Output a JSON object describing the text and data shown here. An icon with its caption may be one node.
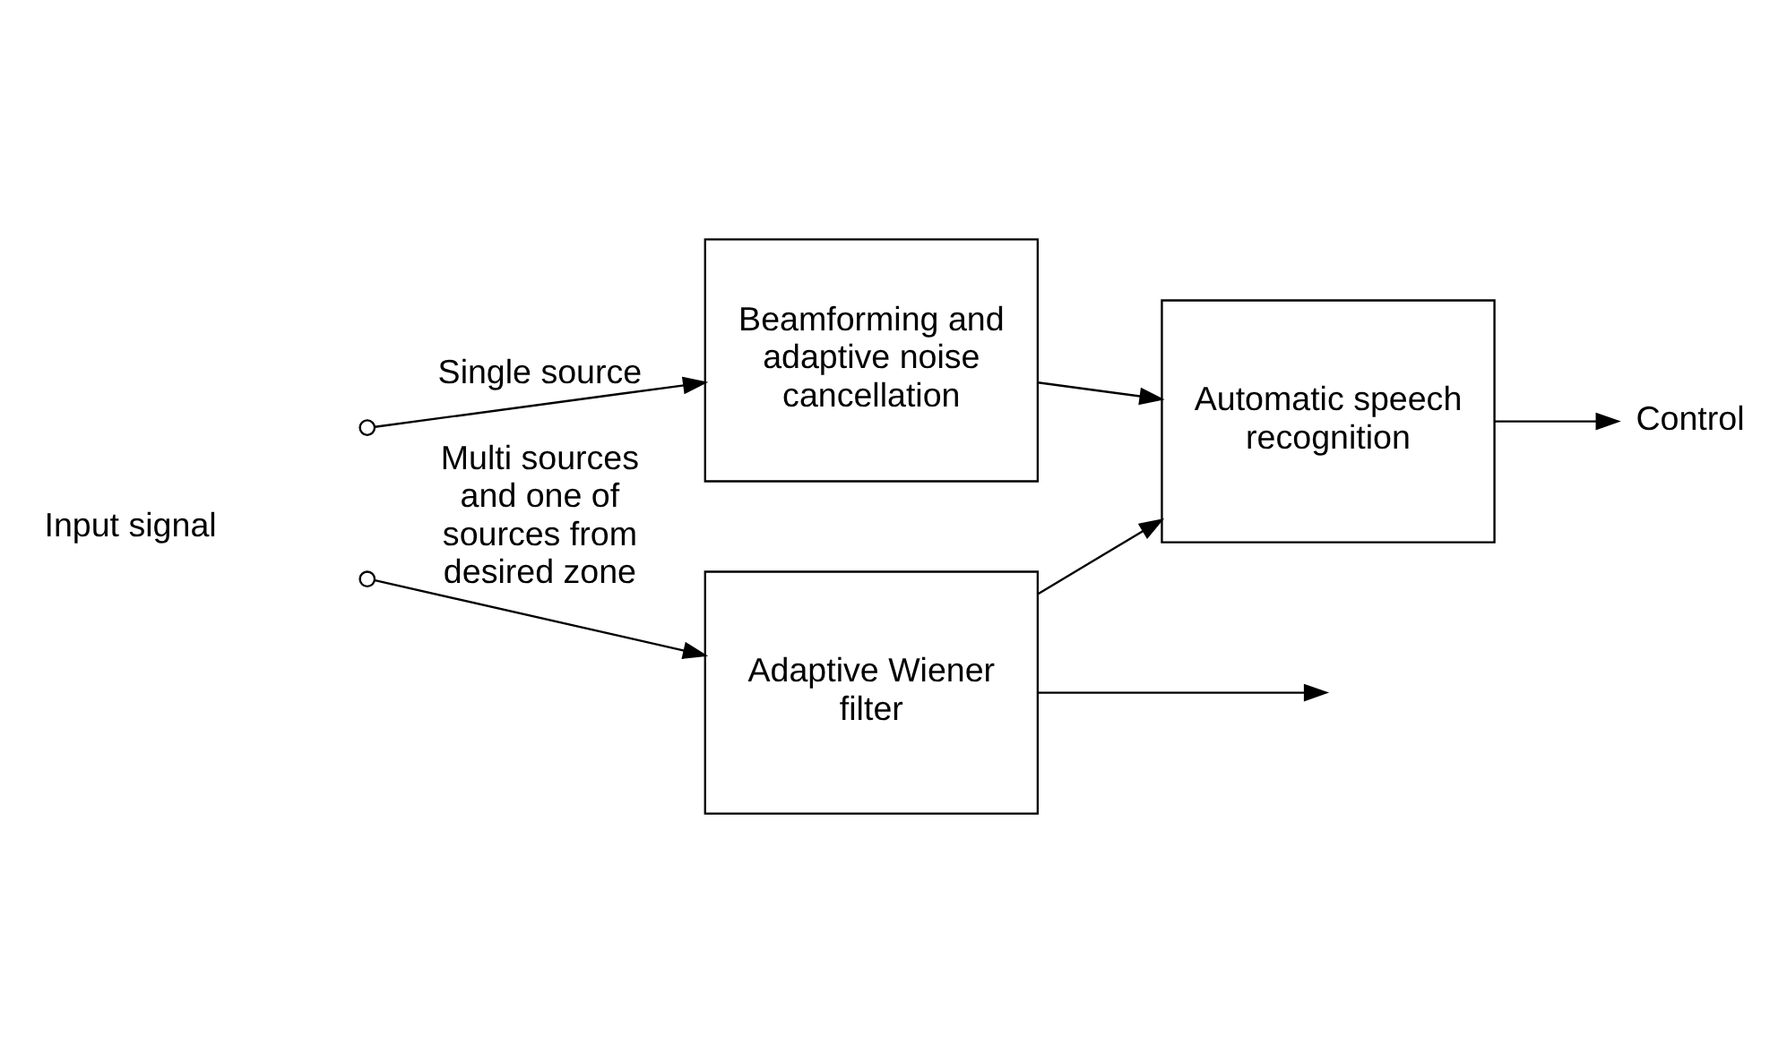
{
  "diagram": {
    "nodes": [
      {
        "text": [
          "Input signal"
        ]
      },
      {
        "text": [],
        "shape": "circle"
      },
      {
        "text": [],
        "shape": "circle"
      },
      {
        "text": [
          "Beamforming and adaptive noise cancellation"
        ]
      },
      {
        "text": [
          "Adaptive Wiener filter"
        ]
      },
      {
        "text": [
          "Automatic speech recognition"
        ]
      },
      {
        "text": [
          "Control"
        ]
      }
    ],
    "edges": [
      {
        "from": 1,
        "to": 3,
        "arrow": "to",
        "label": "Single source"
      },
      {
        "from": 2,
        "to": 4,
        "arrow": "to",
        "label": "Multi sources and one of sources from desired zone"
      },
      {
        "from": 3,
        "to": 5,
        "arrow": "to"
      },
      {
        "from": 4,
        "to": 5,
        "arrow": "to"
      },
      {
        "from": 5,
        "to": 6,
        "arrow": "to"
      },
      {
        "from": 4,
        "to": null,
        "arrow": "to"
      }
    ]
  }
}
